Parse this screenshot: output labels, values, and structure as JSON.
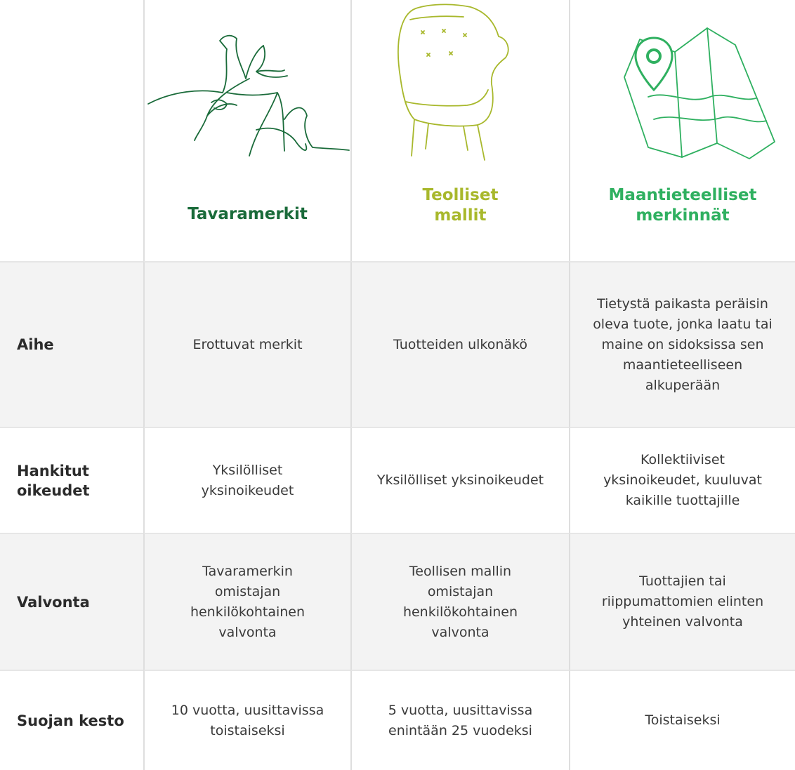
{
  "colors": {
    "trademark": "#1a6b3a",
    "design": "#a8b82c",
    "geo": "#2fb060"
  },
  "columns": [
    {
      "title": "Tavaramerkit",
      "icon": "horse-icon"
    },
    {
      "title": "Teolliset mallit",
      "icon": "armchair-icon"
    },
    {
      "title": "Maantieteelliset merkinnät",
      "icon": "map-pin-icon"
    }
  ],
  "rows": [
    {
      "label": "Aihe",
      "cells": [
        "Erottuvat merkit",
        "Tuotteiden ulkonäkö",
        "Tietystä paikasta peräisin oleva tuote, jonka laatu tai maine on sidoksissa sen maantieteelliseen alkuperään"
      ]
    },
    {
      "label": "Hankitut oikeudet",
      "cells": [
        "Yksilölliset yksinoikeudet",
        "Yksilölliset yksinoikeudet",
        "Kollektiiviset yksinoikeudet, kuuluvat kaikille tuottajille"
      ]
    },
    {
      "label": "Valvonta",
      "cells": [
        "Tavaramerkin omistajan henkilökohtainen valvonta",
        "Teollisen mallin omistajan henkilökohtainen valvonta",
        "Tuottajien tai riippumattomien elinten yhteinen valvonta"
      ]
    },
    {
      "label": "Suojan kesto",
      "cells": [
        "10 vuotta, uusittavissa toistaiseksi",
        "5 vuotta, uusittavissa enintään 25 vuodeksi",
        "Toistaiseksi"
      ]
    }
  ]
}
